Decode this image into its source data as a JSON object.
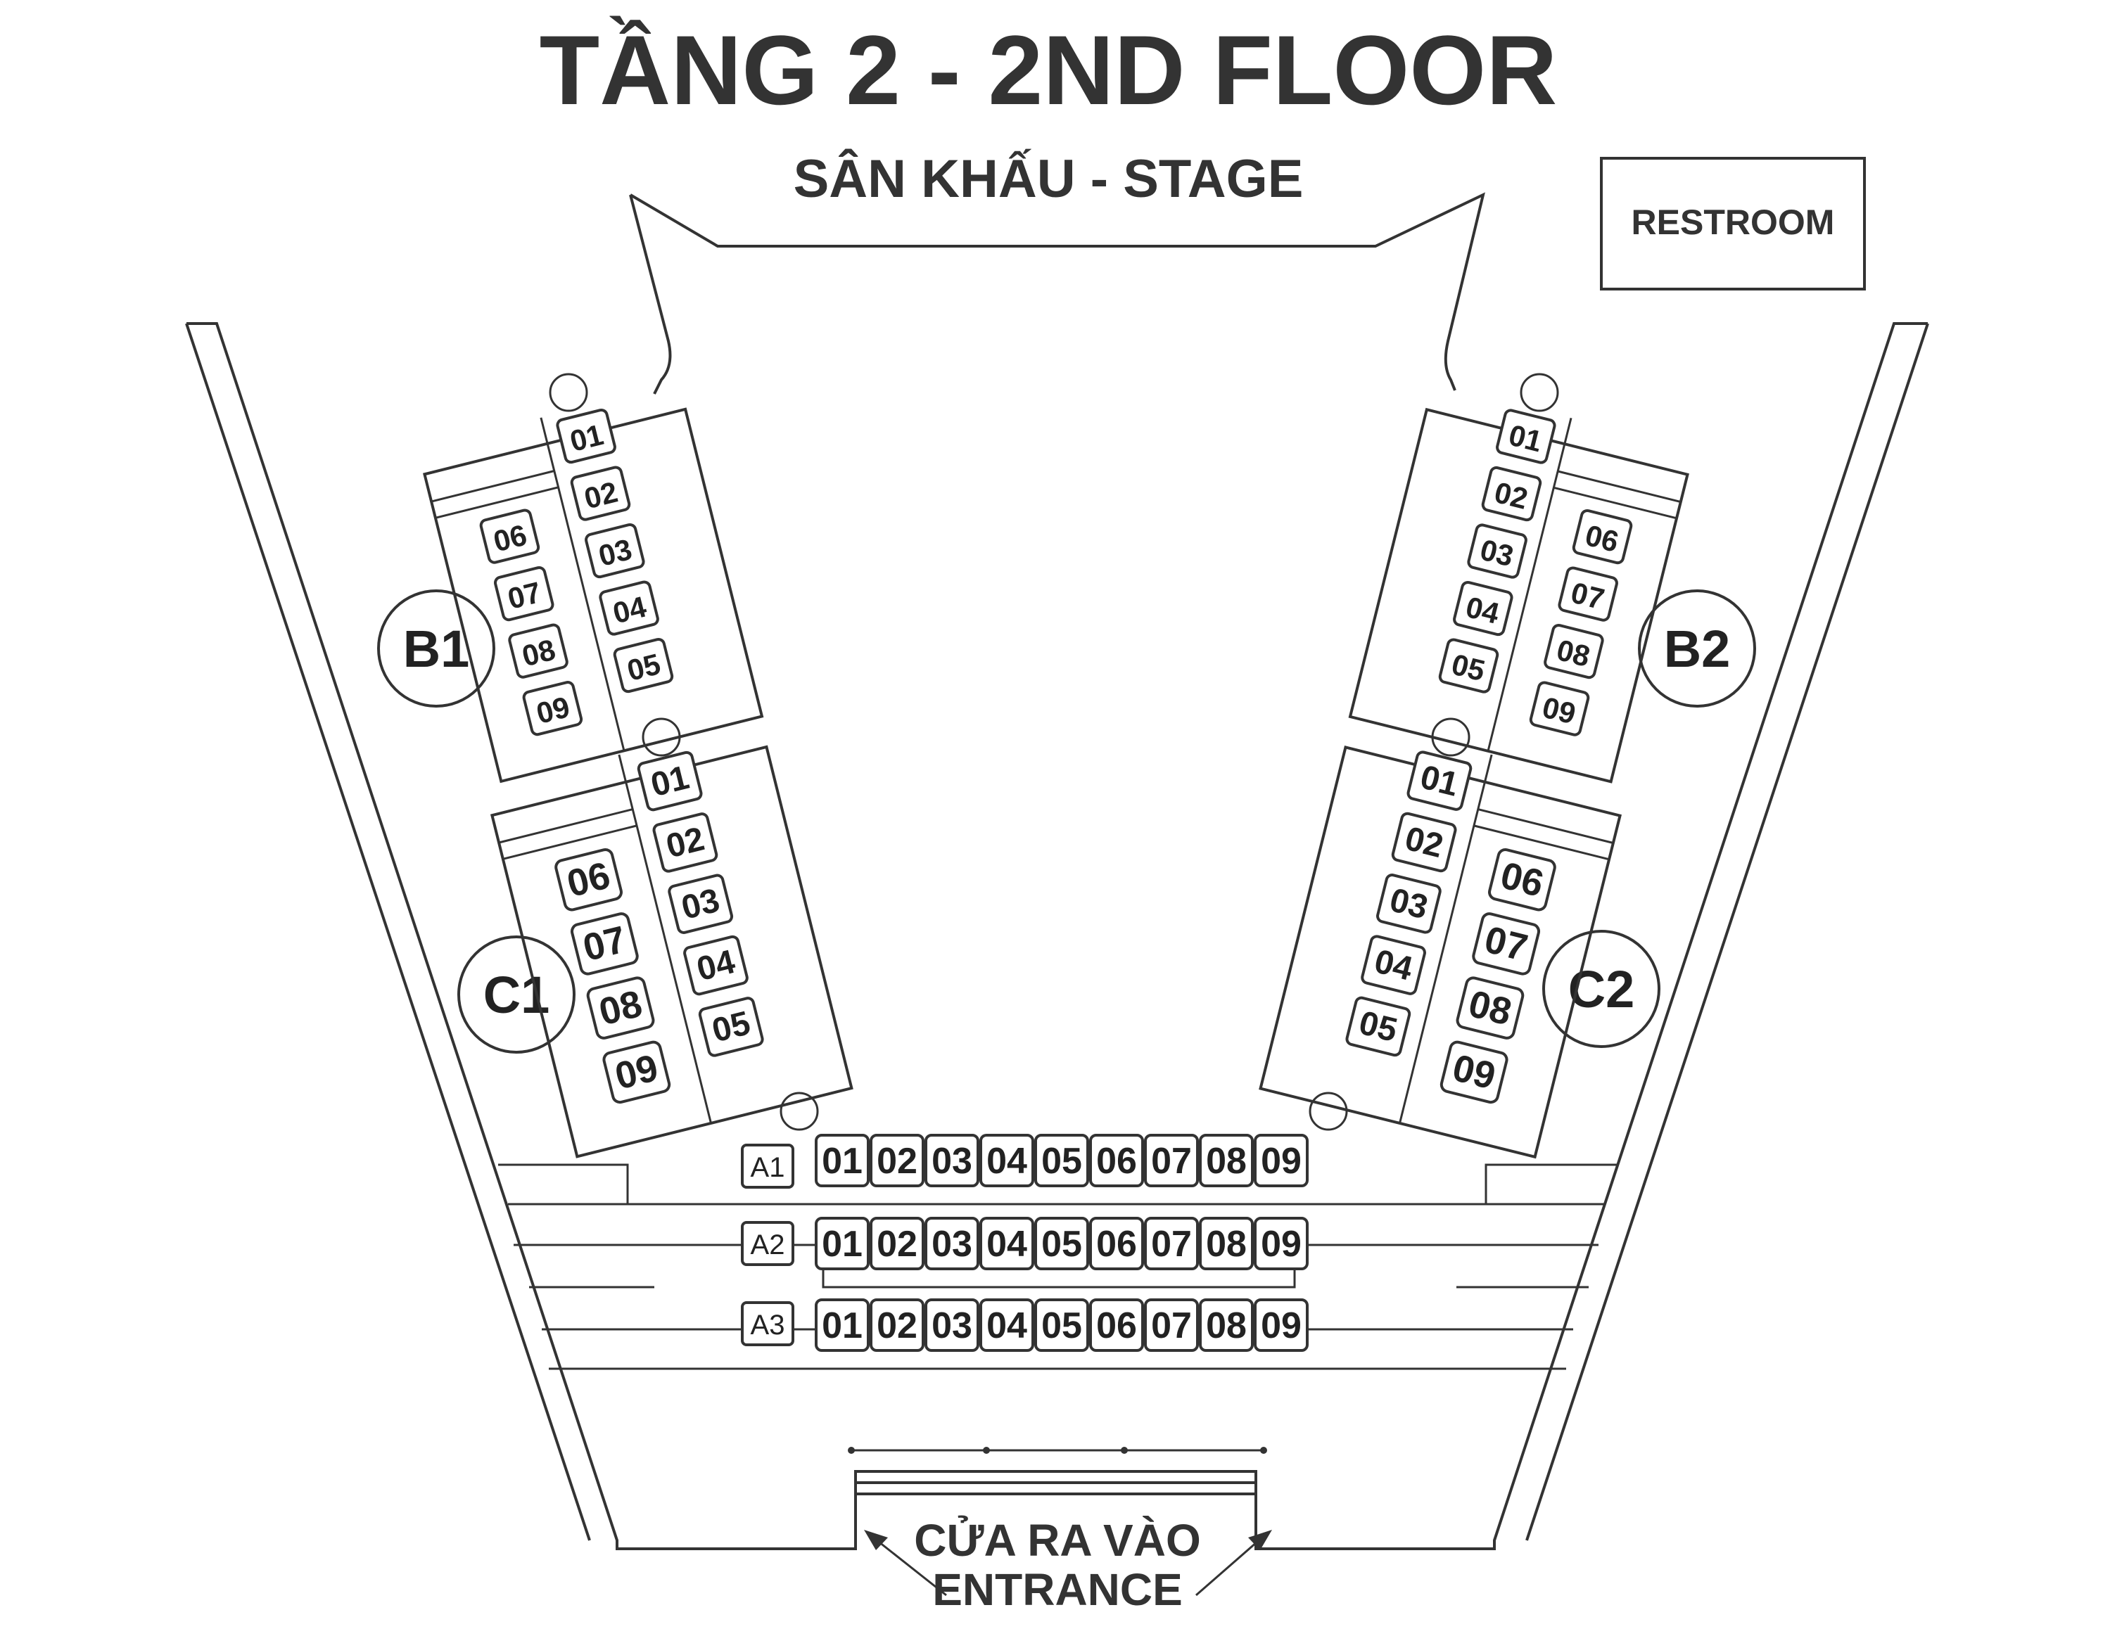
{
  "title": "TẦNG 2 - 2ND FLOOR",
  "stage_label": "SÂN KHẤU - STAGE",
  "restroom_label": "RESTROOM",
  "entrance": {
    "line1": "CỬA RA VÀO",
    "line2": "ENTRANCE"
  },
  "sections": {
    "B1": {
      "label": "B1",
      "inner_seats": [
        "01",
        "02",
        "03",
        "04",
        "05"
      ],
      "outer_seats": [
        "06",
        "07",
        "08",
        "09"
      ]
    },
    "B2": {
      "label": "B2",
      "inner_seats": [
        "01",
        "02",
        "03",
        "04",
        "05"
      ],
      "outer_seats": [
        "06",
        "07",
        "08",
        "09"
      ]
    },
    "C1": {
      "label": "C1",
      "inner_seats": [
        "01",
        "02",
        "03",
        "04",
        "05"
      ],
      "outer_seats": [
        "06",
        "07",
        "08",
        "09"
      ]
    },
    "C2": {
      "label": "C2",
      "inner_seats": [
        "01",
        "02",
        "03",
        "04",
        "05"
      ],
      "outer_seats": [
        "06",
        "07",
        "08",
        "09"
      ]
    }
  },
  "rows": [
    {
      "label": "A1",
      "seats": [
        "01",
        "02",
        "03",
        "04",
        "05",
        "06",
        "07",
        "08",
        "09"
      ]
    },
    {
      "label": "A2",
      "seats": [
        "01",
        "02",
        "03",
        "04",
        "05",
        "06",
        "07",
        "08",
        "09"
      ]
    },
    {
      "label": "A3",
      "seats": [
        "01",
        "02",
        "03",
        "04",
        "05",
        "06",
        "07",
        "08",
        "09"
      ]
    }
  ]
}
